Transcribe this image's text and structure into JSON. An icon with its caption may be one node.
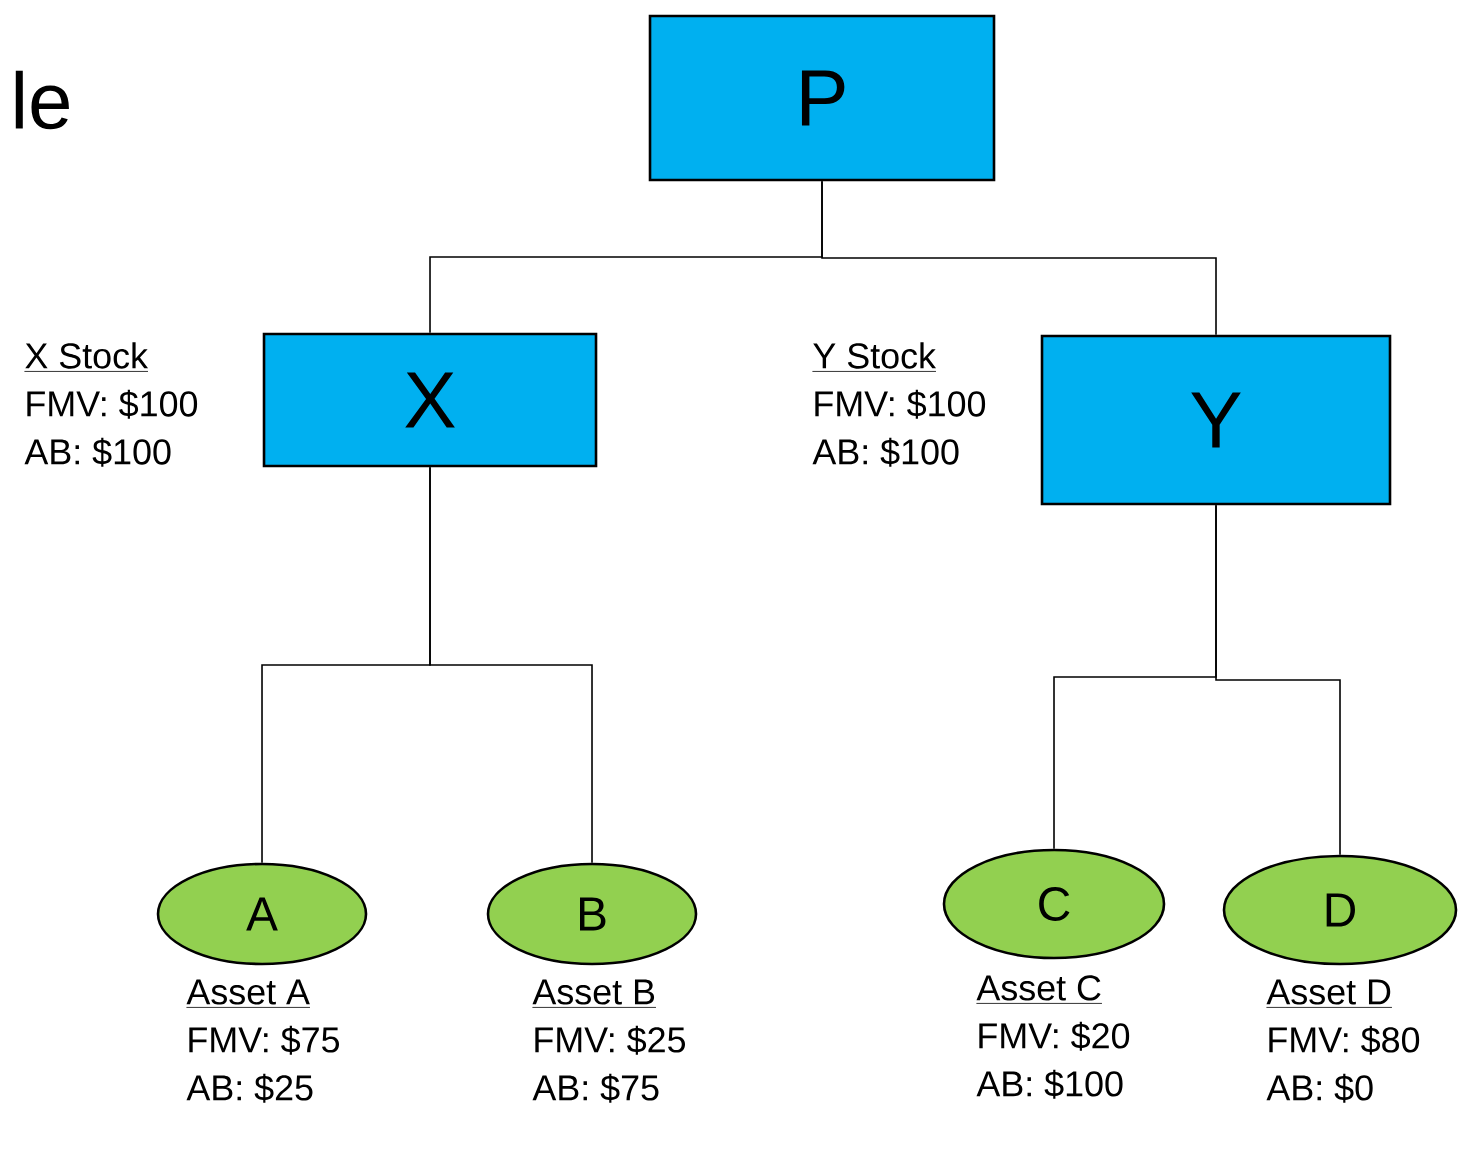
{
  "diagram": {
    "nodes": [
      {
        "text": [
          "P"
        ]
      },
      {
        "text": [
          "X"
        ],
        "beside": [
          "X Stock",
          "FMV: $100",
          "AB: $100"
        ]
      },
      {
        "text": [
          "Y"
        ],
        "beside": [
          "Y Stock",
          "FMV: $100",
          "AB: $100"
        ]
      },
      {
        "text": [
          "A"
        ],
        "beside": [
          "Asset A",
          "FMV: $75",
          "AB: $25"
        ]
      },
      {
        "text": [
          "B"
        ],
        "beside": [
          "Asset B",
          "FMV: $25",
          "AB: $75"
        ]
      },
      {
        "text": [
          "C"
        ],
        "beside": [
          "Asset C",
          "FMV: $20",
          "AB: $100"
        ]
      },
      {
        "text": [
          "D"
        ],
        "beside": [
          "Asset D",
          "FMV: $80",
          "AB: $0"
        ]
      }
    ],
    "edges": [
      {
        "from": 0,
        "to": 1,
        "arrow": "none"
      },
      {
        "from": 0,
        "to": 2,
        "arrow": "none"
      },
      {
        "from": 1,
        "to": 3,
        "arrow": "none"
      },
      {
        "from": 1,
        "to": 4,
        "arrow": "none"
      },
      {
        "from": 2,
        "to": 5,
        "arrow": "none"
      },
      {
        "from": 2,
        "to": 6,
        "arrow": "none"
      }
    ],
    "labels": [
      "le"
    ]
  }
}
